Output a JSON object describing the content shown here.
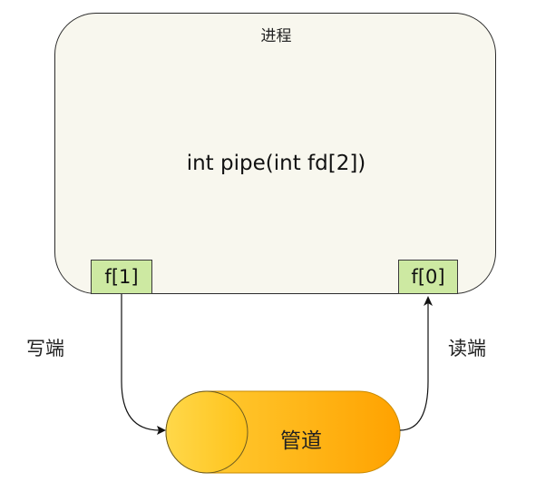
{
  "process": {
    "title": "进程",
    "signature": "int pipe(int fd[2])"
  },
  "fds": {
    "write_end": "f[1]",
    "read_end": "f[0]"
  },
  "labels": {
    "write": "写端",
    "read": "读端"
  },
  "pipe": {
    "label": "管道"
  },
  "colors": {
    "process_fill": "#f8f7ee",
    "fd_fill": "#cde9a2",
    "pipe_light": "#ffd23a",
    "pipe_dark": "#ffa200"
  }
}
